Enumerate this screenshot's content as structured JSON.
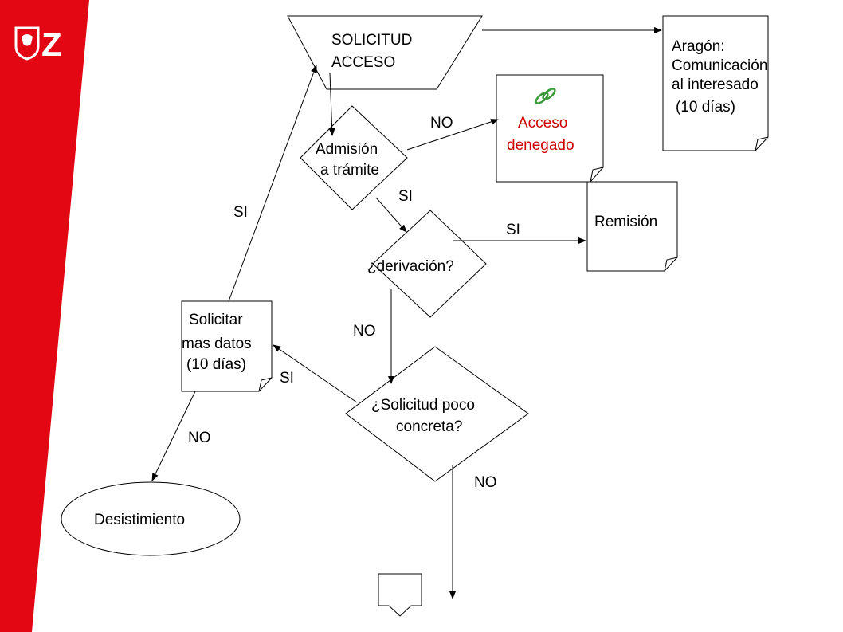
{
  "branding": {
    "logo_letter": "Z",
    "color": "#e30613"
  },
  "flowchart": {
    "nodes": {
      "solicitud": [
        "SOLICITUD",
        "ACCESO"
      ],
      "aragon": [
        "Aragón:",
        "Comunicación",
        "al interesado",
        "(10 días)"
      ],
      "denegado": [
        "Acceso",
        "denegado"
      ],
      "admision": [
        "Admisión",
        "a trámite"
      ],
      "remision": [
        "Remisión"
      ],
      "derivacion": [
        "¿derivación?"
      ],
      "solicitar": [
        "Solicitar",
        "mas datos",
        "(10 días)"
      ],
      "concreta": [
        "¿Solicitud poco",
        "concreta?"
      ],
      "desistimiento": [
        "Desistimiento"
      ]
    },
    "edge_labels": {
      "admision_no": "NO",
      "admision_si": "SI",
      "derivacion_si": "SI",
      "derivacion_no": "NO",
      "solicitar_si": "SI",
      "concreta_si": "SI",
      "solicitar_no": "NO",
      "concreta_no": "NO"
    }
  },
  "icons": [
    "shield-icon",
    "paperclip-icon",
    "continue-connector-icon"
  ],
  "colors": {
    "line": "#000000",
    "denegado_text": "#cc0000",
    "clip": "#3a9a3a"
  }
}
